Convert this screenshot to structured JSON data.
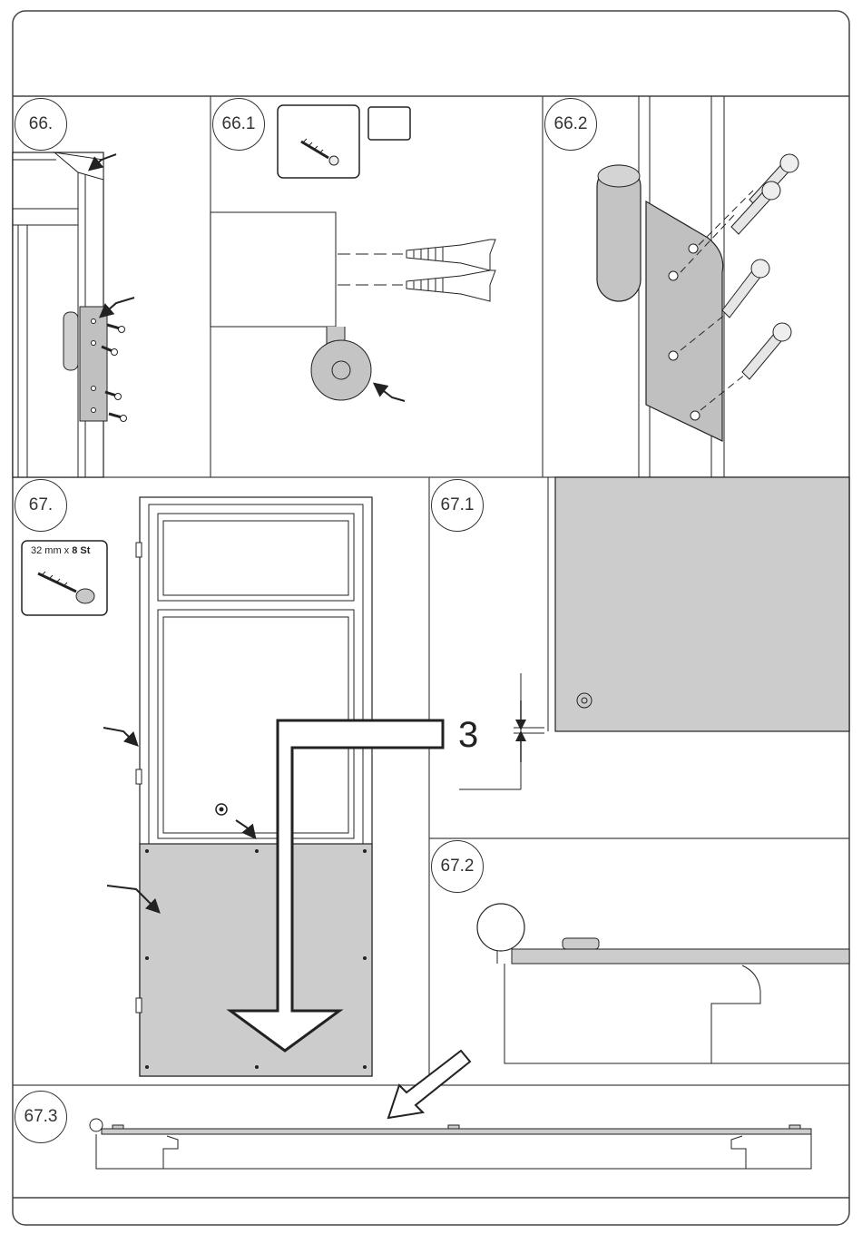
{
  "steps": {
    "s66": "66.",
    "s66_1": "66.1",
    "s66_2": "66.2",
    "s67": "67.",
    "s67_1": "67.1",
    "s67_2": "67.2",
    "s67_3": "67.3"
  },
  "screw_box_67": {
    "size": "32 mm x",
    "count": "8 St"
  },
  "dimension_67_1": "3",
  "colors": {
    "line": "#222222",
    "panel_fill": "#cccccc",
    "hinge_fill": "#b8b8b8",
    "border": "#333333"
  }
}
